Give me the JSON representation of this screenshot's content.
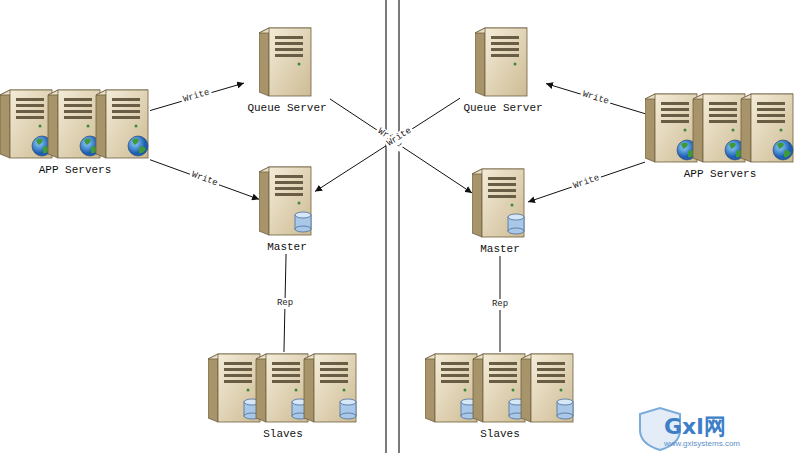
{
  "diagram": {
    "nodes": [
      {
        "text": [
          "APP Servers"
        ]
      },
      {
        "text": [
          "Queue Server"
        ]
      },
      {
        "text": [
          "Master"
        ]
      },
      {
        "text": [
          "Slaves"
        ]
      },
      {
        "text": [
          "Queue Server"
        ]
      },
      {
        "text": [
          "Master"
        ]
      },
      {
        "text": [
          "APP Servers"
        ]
      },
      {
        "text": [
          "Slaves"
        ]
      }
    ],
    "edges": [
      {
        "from": 0,
        "to": 1,
        "label": "Write",
        "arrow": "to"
      },
      {
        "from": 0,
        "to": 2,
        "label": "Write",
        "arrow": "to"
      },
      {
        "from": 1,
        "to": 5,
        "label": "Write",
        "arrow": "to"
      },
      {
        "from": 4,
        "to": 2,
        "label": "Write",
        "arrow": "to"
      },
      {
        "from": 6,
        "to": 4,
        "label": "Write",
        "arrow": "to"
      },
      {
        "from": 6,
        "to": 5,
        "label": "Write",
        "arrow": "to"
      },
      {
        "from": 2,
        "to": 3,
        "label": "Rep",
        "arrow": "none"
      },
      {
        "from": 5,
        "to": 7,
        "label": "Rep",
        "arrow": "none"
      }
    ],
    "labels": [
      "Gxl网",
      "www.gxlsystems.com"
    ]
  }
}
